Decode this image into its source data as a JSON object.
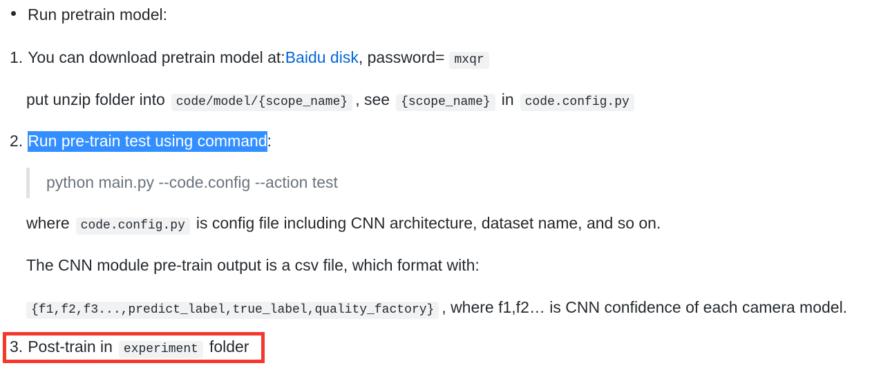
{
  "document": {
    "bullet": {
      "marker": "bullet-dot",
      "text": "Run pretrain model:"
    },
    "steps": [
      {
        "number": "1.",
        "lead": "You can download pretrain model at: ",
        "link_text": "Baidu disk",
        "after_link": ", password=",
        "password_code": "mxqr"
      },
      {
        "number": "2.",
        "selected_text": "Run pre-train test using command",
        "trailing": ":",
        "selection_color": "#338fff",
        "selection_text_color": "#ffffff"
      },
      {
        "number": "3.",
        "before_code": "Post-train in",
        "code": "experiment",
        "after_code": "folder",
        "annotation_color": "#f5372c"
      }
    ],
    "paragraphs": {
      "unzip": {
        "part1": "put unzip folder into",
        "code1": "code/model/{scope_name}",
        "part2": ", see",
        "code2": "{scope_name}",
        "part3": "in",
        "code3": "code.config.py"
      },
      "where": {
        "part1": "where",
        "code1": "code.config.py",
        "part2": "is config file including CNN architecture, dataset name, and so on."
      },
      "output": {
        "text": "The CNN module pre-train output is a csv file, which format with:"
      },
      "csv": {
        "code1": "{f1,f2,f3...,predict_label,true_label,quality_factory}",
        "part2": ", where f1,f2… is CNN confidence of each camera model."
      }
    },
    "blockquote": {
      "text": "python main.py --code.config --action test",
      "bar_color": "#dfe2e5",
      "text_color": "#6a737d"
    },
    "colors": {
      "link": "#0366d6",
      "code_background": "#f1f2f3",
      "body_text": "#24292e"
    }
  }
}
